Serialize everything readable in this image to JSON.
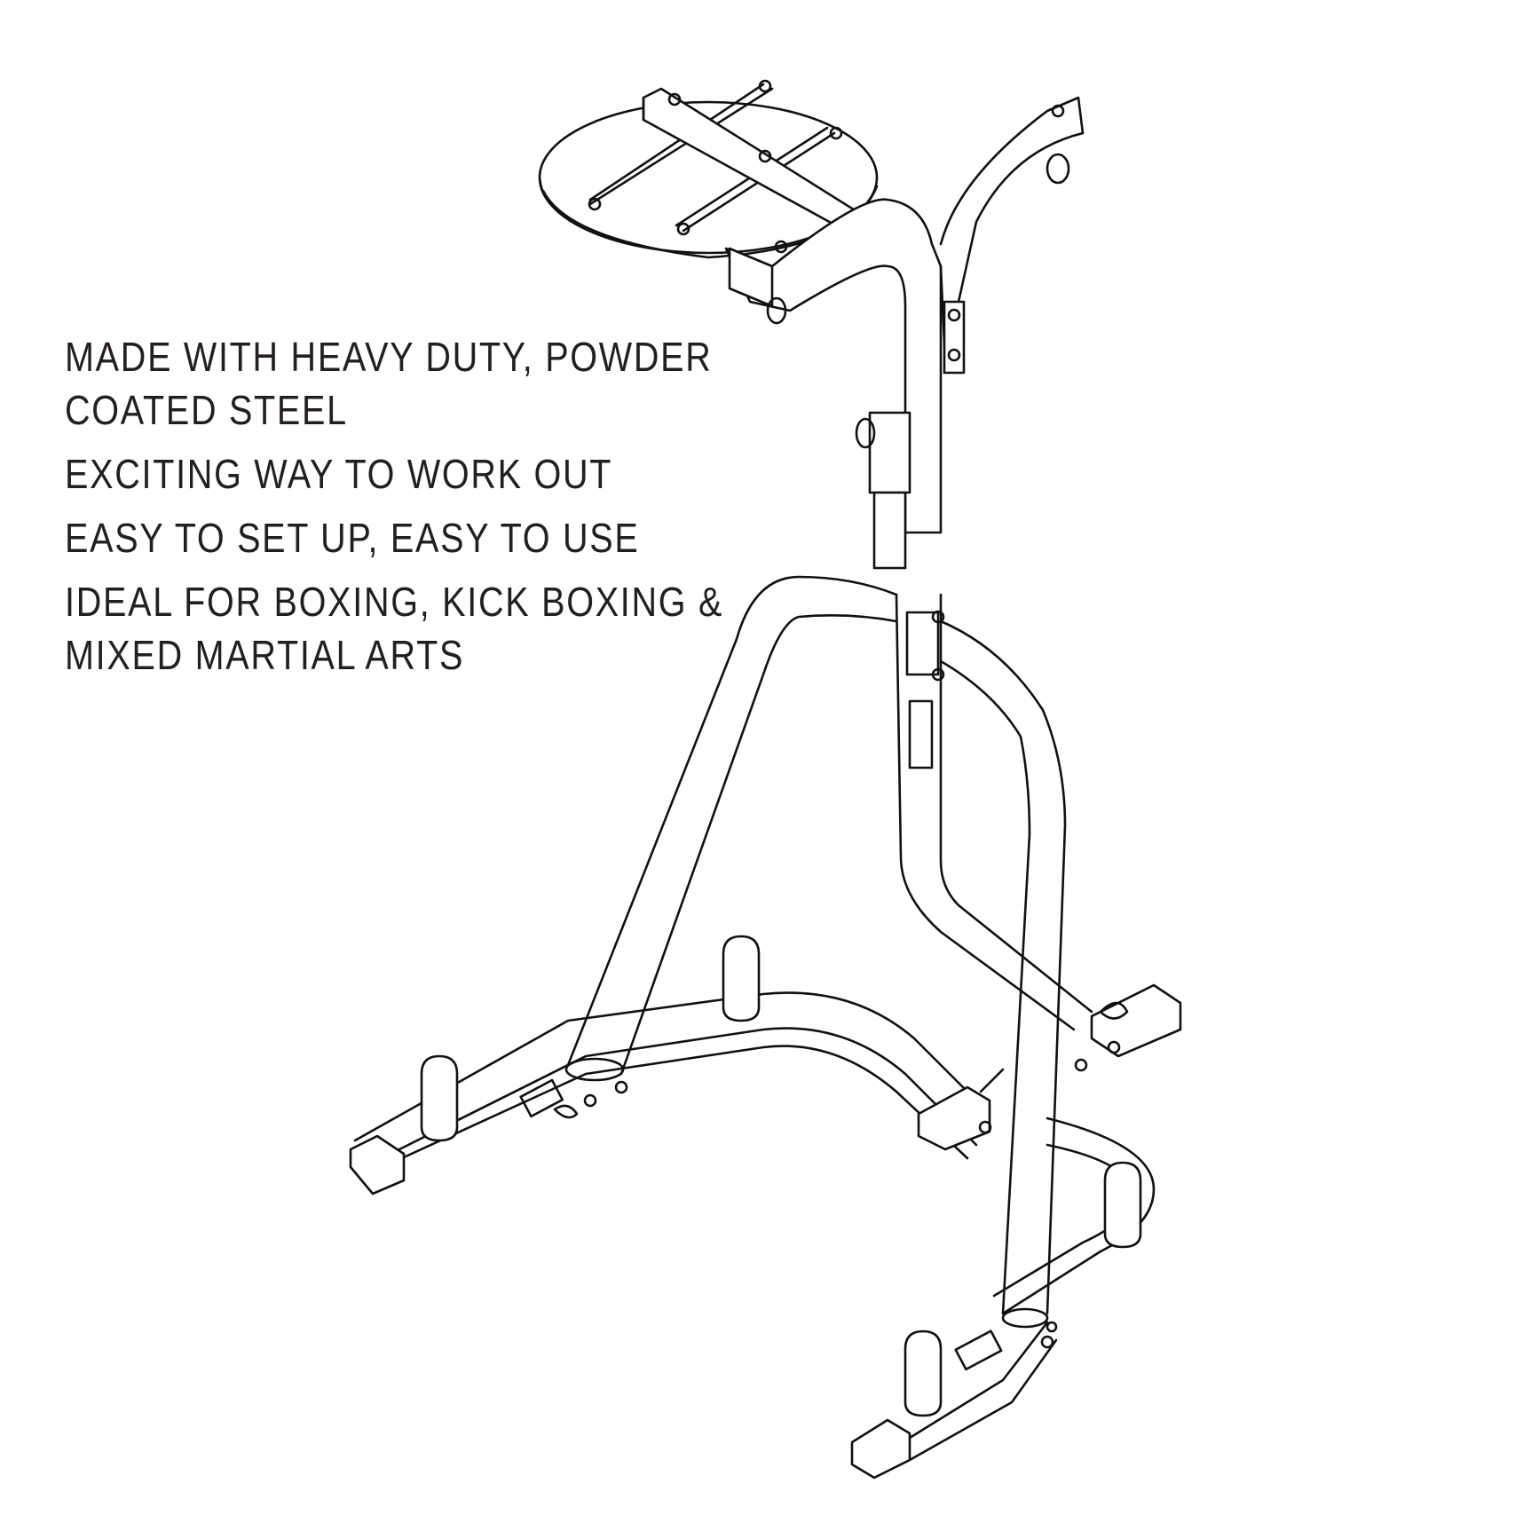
{
  "product": {
    "type": "boxing stand illustration",
    "line_color": "#111111",
    "background": "#ffffff"
  },
  "features": [
    {
      "text": "MADE WITH HEAVY DUTY, POWDER COATED STEEL"
    },
    {
      "text": "EXCITING WAY TO WORK OUT"
    },
    {
      "text": "EASY TO SET UP, EASY TO USE"
    },
    {
      "text": "IDEAL FOR BOXING, KICK BOXING & MIXED MARTIAL ARTS"
    }
  ]
}
